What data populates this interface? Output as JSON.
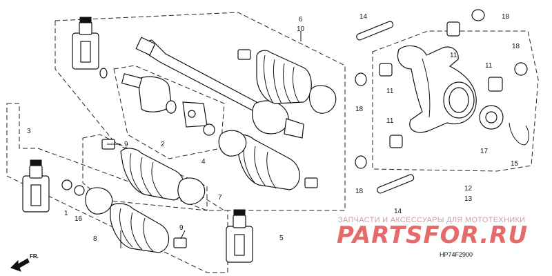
{
  "diagram": {
    "callouts": [
      "1",
      "2",
      "3",
      "4",
      "5",
      "6",
      "7",
      "8",
      "9",
      "10",
      "11",
      "12",
      "13",
      "14",
      "15",
      "16",
      "17",
      "18"
    ],
    "watermark_line1": "ЗАПЧАСТИ И АКСЕССУАРЫ ДЛЯ МОТОТЕХНИКИ",
    "watermark_brand": "PARTSFOR.RU",
    "drawing_code": "HP74F2900",
    "direction_label": "FR."
  }
}
